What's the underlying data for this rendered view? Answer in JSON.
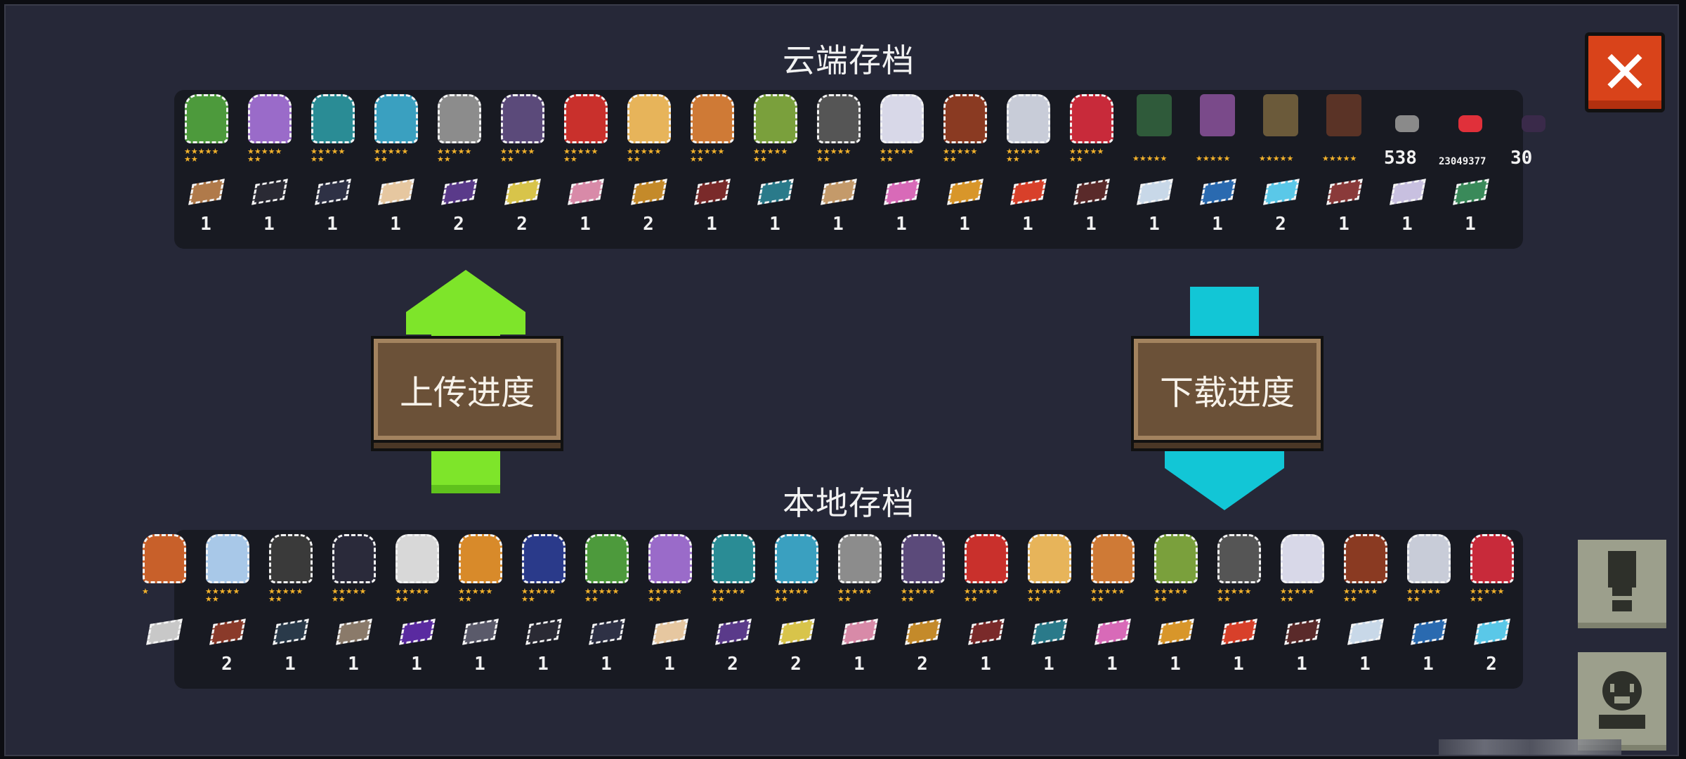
{
  "cloud_save": {
    "title": "云端存档",
    "characters": [
      {
        "name": "frog-prince",
        "color": "#4d9a3c",
        "stars": "★★★★★\n★★"
      },
      {
        "name": "purple-hair-girl",
        "color": "#9a6bc9",
        "stars": "★★★★★\n★★"
      },
      {
        "name": "black-hair-archer",
        "color": "#2a8c95",
        "stars": "★★★★★\n★★"
      },
      {
        "name": "swordsman",
        "color": "#3aa0c0",
        "stars": "★★★★★\n★★"
      },
      {
        "name": "crowned-knight",
        "color": "#8c8c8c",
        "stars": "★★★★★\n★★"
      },
      {
        "name": "dark-knight",
        "color": "#5b4a7a",
        "stars": "★★★★★\n★★"
      },
      {
        "name": "white-hair-red",
        "color": "#c9302c",
        "stars": "★★★★★\n★★"
      },
      {
        "name": "blonde-girl",
        "color": "#e7b45a",
        "stars": "★★★★★\n★★"
      },
      {
        "name": "black-white-hair",
        "color": "#cf7a36",
        "stars": "★★★★★\n★★"
      },
      {
        "name": "green-hat-girl",
        "color": "#7aa03c",
        "stars": "★★★★★\n★★"
      },
      {
        "name": "beret-man",
        "color": "#555555",
        "stars": "★★★★★\n★★"
      },
      {
        "name": "bunny-girl",
        "color": "#d8d8e8",
        "stars": "★★★★★\n★★"
      },
      {
        "name": "pirate-hat",
        "color": "#8a3a22",
        "stars": "★★★★★\n★★"
      },
      {
        "name": "silver-hair-girl",
        "color": "#c8ccd8",
        "stars": "★★★★★\n★★"
      },
      {
        "name": "red-hair-girl",
        "color": "#c82a3a",
        "stars": "★★★★★\n★★"
      }
    ],
    "objects": [
      {
        "name": "green-cabinet",
        "color": "#2f5a3a",
        "stars": "★★★★★"
      },
      {
        "name": "book-stack",
        "color": "#7a4a8a",
        "stars": "★★★★★"
      },
      {
        "name": "round-pot",
        "color": "#6b5a3a",
        "stars": "★★★★★"
      },
      {
        "name": "potted-plant",
        "color": "#5a3326",
        "stars": "★★★★★"
      }
    ],
    "stats": [
      {
        "name": "gun-count",
        "icon": "gun-icon",
        "value": "538"
      },
      {
        "name": "slime-count",
        "icon": "slime-icon",
        "value": "23049377"
      },
      {
        "name": "partial-count",
        "icon": "shadow-icon",
        "value": "30"
      }
    ],
    "cards": [
      {
        "color": "#b07a4a",
        "count": "1"
      },
      {
        "color": "#2a2a34",
        "count": "1"
      },
      {
        "color": "#2e3145",
        "count": "1"
      },
      {
        "color": "#e6c7a0",
        "count": "1"
      },
      {
        "color": "#5a3a8a",
        "count": "2"
      },
      {
        "color": "#d8c44a",
        "count": "2"
      },
      {
        "color": "#d88aa8",
        "count": "1"
      },
      {
        "color": "#c48a2a",
        "count": "2"
      },
      {
        "color": "#7a2a2a",
        "count": "1"
      },
      {
        "color": "#2a7a8a",
        "count": "1"
      },
      {
        "color": "#c49a6a",
        "count": "1"
      },
      {
        "color": "#d86ab8",
        "count": "1"
      },
      {
        "color": "#d8962a",
        "count": "1"
      },
      {
        "color": "#d8402a",
        "count": "1"
      },
      {
        "color": "#5a2a2a",
        "count": "1"
      },
      {
        "color": "#c8d8e8",
        "count": "1"
      },
      {
        "color": "#2a6ab0",
        "count": "1"
      },
      {
        "color": "#5ac8e8",
        "count": "2"
      },
      {
        "color": "#8a3a3a",
        "count": "1"
      },
      {
        "color": "#c8c0e0",
        "count": "1"
      },
      {
        "color": "#3a8a5a",
        "count": "1"
      }
    ]
  },
  "local_save": {
    "title": "本地存档",
    "characters": [
      {
        "name": "partial-character",
        "color": "#c8602a",
        "stars": "★"
      },
      {
        "name": "white-robot",
        "color": "#a8c8e8",
        "stars": "★★★★★\n★★"
      },
      {
        "name": "mecha-trio",
        "color": "#3a3a3a",
        "stars": "★★★★★\n★★"
      },
      {
        "name": "dark-hair-officer",
        "color": "#2a2a3a",
        "stars": "★★★★★\n★★"
      },
      {
        "name": "white-hair-crown",
        "color": "#d8d8d8",
        "stars": "★★★★★\n★★"
      },
      {
        "name": "miner",
        "color": "#d88a2a",
        "stars": "★★★★★\n★★"
      },
      {
        "name": "top-hat-magician",
        "color": "#2a3a8a",
        "stars": "★★★★★\n★★"
      },
      {
        "name": "frog-prince",
        "color": "#4d9a3c",
        "stars": "★★★★★\n★★"
      },
      {
        "name": "purple-hair-girl",
        "color": "#9a6bc9",
        "stars": "★★★★★\n★★"
      },
      {
        "name": "black-hair-archer",
        "color": "#2a8c95",
        "stars": "★★★★★\n★★"
      },
      {
        "name": "swordsman",
        "color": "#3aa0c0",
        "stars": "★★★★★\n★★"
      },
      {
        "name": "crowned-knight",
        "color": "#8c8c8c",
        "stars": "★★★★★\n★★"
      },
      {
        "name": "dark-knight",
        "color": "#5b4a7a",
        "stars": "★★★★★\n★★"
      },
      {
        "name": "white-hair-red",
        "color": "#c9302c",
        "stars": "★★★★★\n★★"
      },
      {
        "name": "blonde-girl",
        "color": "#e7b45a",
        "stars": "★★★★★\n★★"
      },
      {
        "name": "black-white-hair",
        "color": "#cf7a36",
        "stars": "★★★★★\n★★"
      },
      {
        "name": "green-hat-girl",
        "color": "#7aa03c",
        "stars": "★★★★★\n★★"
      },
      {
        "name": "beret-man",
        "color": "#555555",
        "stars": "★★★★★\n★★"
      },
      {
        "name": "bunny-girl",
        "color": "#d8d8e8",
        "stars": "★★★★★\n★★"
      },
      {
        "name": "pirate-hat",
        "color": "#8a3a22",
        "stars": "★★★★★\n★★"
      },
      {
        "name": "silver-hair-girl",
        "color": "#c8ccd8",
        "stars": "★★★★★\n★★"
      },
      {
        "name": "red-hair-girl",
        "color": "#c82a3a",
        "stars": "★★★★★\n★★"
      }
    ],
    "cards": [
      {
        "color": "#c8c8c8",
        "count": ""
      },
      {
        "color": "#8a3a2a",
        "count": "2"
      },
      {
        "color": "#2a3a4a",
        "count": "1"
      },
      {
        "color": "#8a7a6a",
        "count": "1"
      },
      {
        "color": "#5a2aa0",
        "count": "1"
      },
      {
        "color": "#5a5a6a",
        "count": "1"
      },
      {
        "color": "#2a2a34",
        "count": "1"
      },
      {
        "color": "#2e3145",
        "count": "1"
      },
      {
        "color": "#e6c7a0",
        "count": "1"
      },
      {
        "color": "#5a3a8a",
        "count": "2"
      },
      {
        "color": "#d8c44a",
        "count": "2"
      },
      {
        "color": "#d88aa8",
        "count": "1"
      },
      {
        "color": "#c48a2a",
        "count": "2"
      },
      {
        "color": "#7a2a2a",
        "count": "1"
      },
      {
        "color": "#2a7a8a",
        "count": "1"
      },
      {
        "color": "#d86ab8",
        "count": "1"
      },
      {
        "color": "#d8962a",
        "count": "1"
      },
      {
        "color": "#d8402a",
        "count": "1"
      },
      {
        "color": "#5a2a2a",
        "count": "1"
      },
      {
        "color": "#c8d8e8",
        "count": "1"
      },
      {
        "color": "#2a6ab0",
        "count": "1"
      },
      {
        "color": "#5ac8e8",
        "count": "2"
      }
    ]
  },
  "actions": {
    "upload_label": "上传进度",
    "download_label": "下载进度",
    "upload_arrow_color": "#7ee52a",
    "download_arrow_color": "#12c6d6"
  },
  "side_buttons": {
    "close_glyph": "✕",
    "notice_glyph": "!",
    "profile_icon": "person-icon"
  },
  "colors": {
    "background": "#262838",
    "panel": "#181a22",
    "star": "#f2b22c",
    "wood": "#6b5138",
    "wood_border": "#a3835f",
    "close_red": "#d9431a",
    "grey_button": "#9c9f8c"
  }
}
